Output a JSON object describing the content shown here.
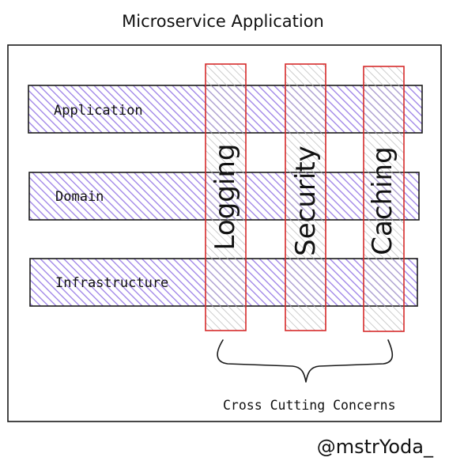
{
  "title": "Microservice Application",
  "layers": [
    {
      "label": "Application"
    },
    {
      "label": "Domain"
    },
    {
      "label": "Infrastructure"
    }
  ],
  "concerns": [
    {
      "label": "Logging"
    },
    {
      "label": "Security"
    },
    {
      "label": "Caching"
    }
  ],
  "brace_label": "Cross Cutting Concerns",
  "signature": "@mstrYoda_",
  "colors": {
    "layer_hatch": "#9b7fe6",
    "layer_border": "#1a1a1a",
    "concern_border": "#d62b2b",
    "concern_hatch": "#b8b8b8",
    "frame": "#1a1a1a"
  }
}
